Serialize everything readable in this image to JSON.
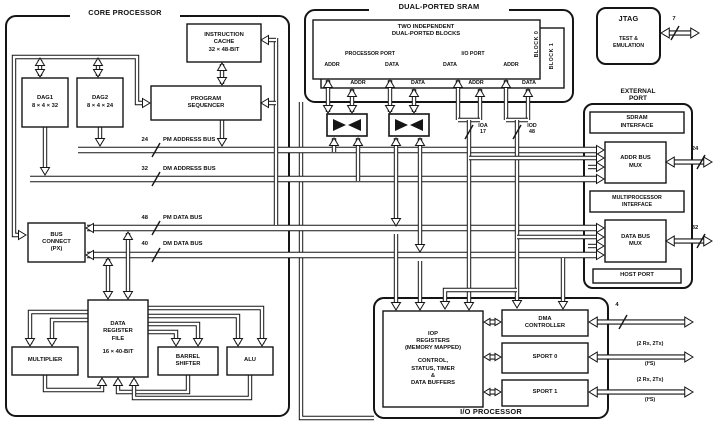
{
  "titles": {
    "core": "CORE PROCESSOR",
    "sram": "DUAL-PORTED SRAM",
    "external_l1": "EXTERNAL",
    "external_l2": "PORT",
    "io": "I/O PROCESSOR"
  },
  "jtag": {
    "name": "JTAG",
    "l1": "TEST &",
    "l2": "EMULATION",
    "width": "7"
  },
  "core": {
    "icache": {
      "l1": "INSTRUCTION",
      "l2": "CACHE",
      "l3": "32 × 48-BIT"
    },
    "dag1": {
      "l1": "DAG1",
      "l2": "8 × 4 × 32"
    },
    "dag2": {
      "l1": "DAG2",
      "l2": "8 × 4 × 24"
    },
    "sequencer": {
      "l1": "PROGRAM",
      "l2": "SEQUENCER"
    },
    "bus_connect": {
      "l1": "BUS",
      "l2": "CONNECT",
      "l3": "(PX)"
    },
    "regfile": {
      "l1": "DATA",
      "l2": "REGISTER",
      "l3": "FILE",
      "l4": "16 × 40-BIT"
    },
    "multiplier": "MULTIPLIER",
    "barrel": {
      "l1": "BARREL",
      "l2": "SHIFTER"
    },
    "alu": "ALU"
  },
  "sram": {
    "desc1": "TWO INDEPENDENT",
    "desc2": "DUAL-PORTED BLOCKS",
    "processor_port": "PROCESSOR PORT",
    "io_port": "I/O PORT",
    "row1": [
      "ADDR",
      "DATA",
      "DATA",
      "ADDR"
    ],
    "row2": [
      "ADDR",
      "DATA",
      "ADDR",
      "DATA"
    ],
    "block0": "BLOCK 0",
    "block1": "BLOCK 1"
  },
  "buses": {
    "pm_addr": {
      "width": "24",
      "label": "PM ADDRESS BUS"
    },
    "dm_addr": {
      "width": "32",
      "label": "DM ADDRESS BUS"
    },
    "pm_data": {
      "width": "48",
      "label": "PM DATA BUS"
    },
    "dm_data": {
      "width": "40",
      "label": "DM DATA BUS"
    },
    "ioa": {
      "label": "IOA",
      "width": "17"
    },
    "iod": {
      "label": "IOD",
      "width": "48"
    }
  },
  "external_port": {
    "sdram": {
      "l1": "SDRAM",
      "l2": "INTERFACE"
    },
    "addr_mux": {
      "l1": "ADDR BUS",
      "l2": "MUX",
      "width": "24"
    },
    "mpi": {
      "l1": "MULTIPROCESSOR",
      "l2": "INTERFACE"
    },
    "data_mux": {
      "l1": "DATA BUS",
      "l2": "MUX",
      "width": "32"
    },
    "host": "HOST PORT"
  },
  "iop": {
    "registers": {
      "l1": "IOP",
      "l2": "REGISTERS",
      "l3": "(MEMORY MAPPED)",
      "l4": "CONTROL,",
      "l5": "STATUS, TIMER",
      "l6": "&",
      "l7": "DATA BUFFERS"
    },
    "dma": {
      "l1": "DMA",
      "l2": "CONTROLLER",
      "width": "4"
    },
    "sport0": "SPORT 0",
    "sport1": "SPORT 1",
    "serial": "(2 Rx, 2Tx)",
    "i2s": "(I²S)"
  }
}
